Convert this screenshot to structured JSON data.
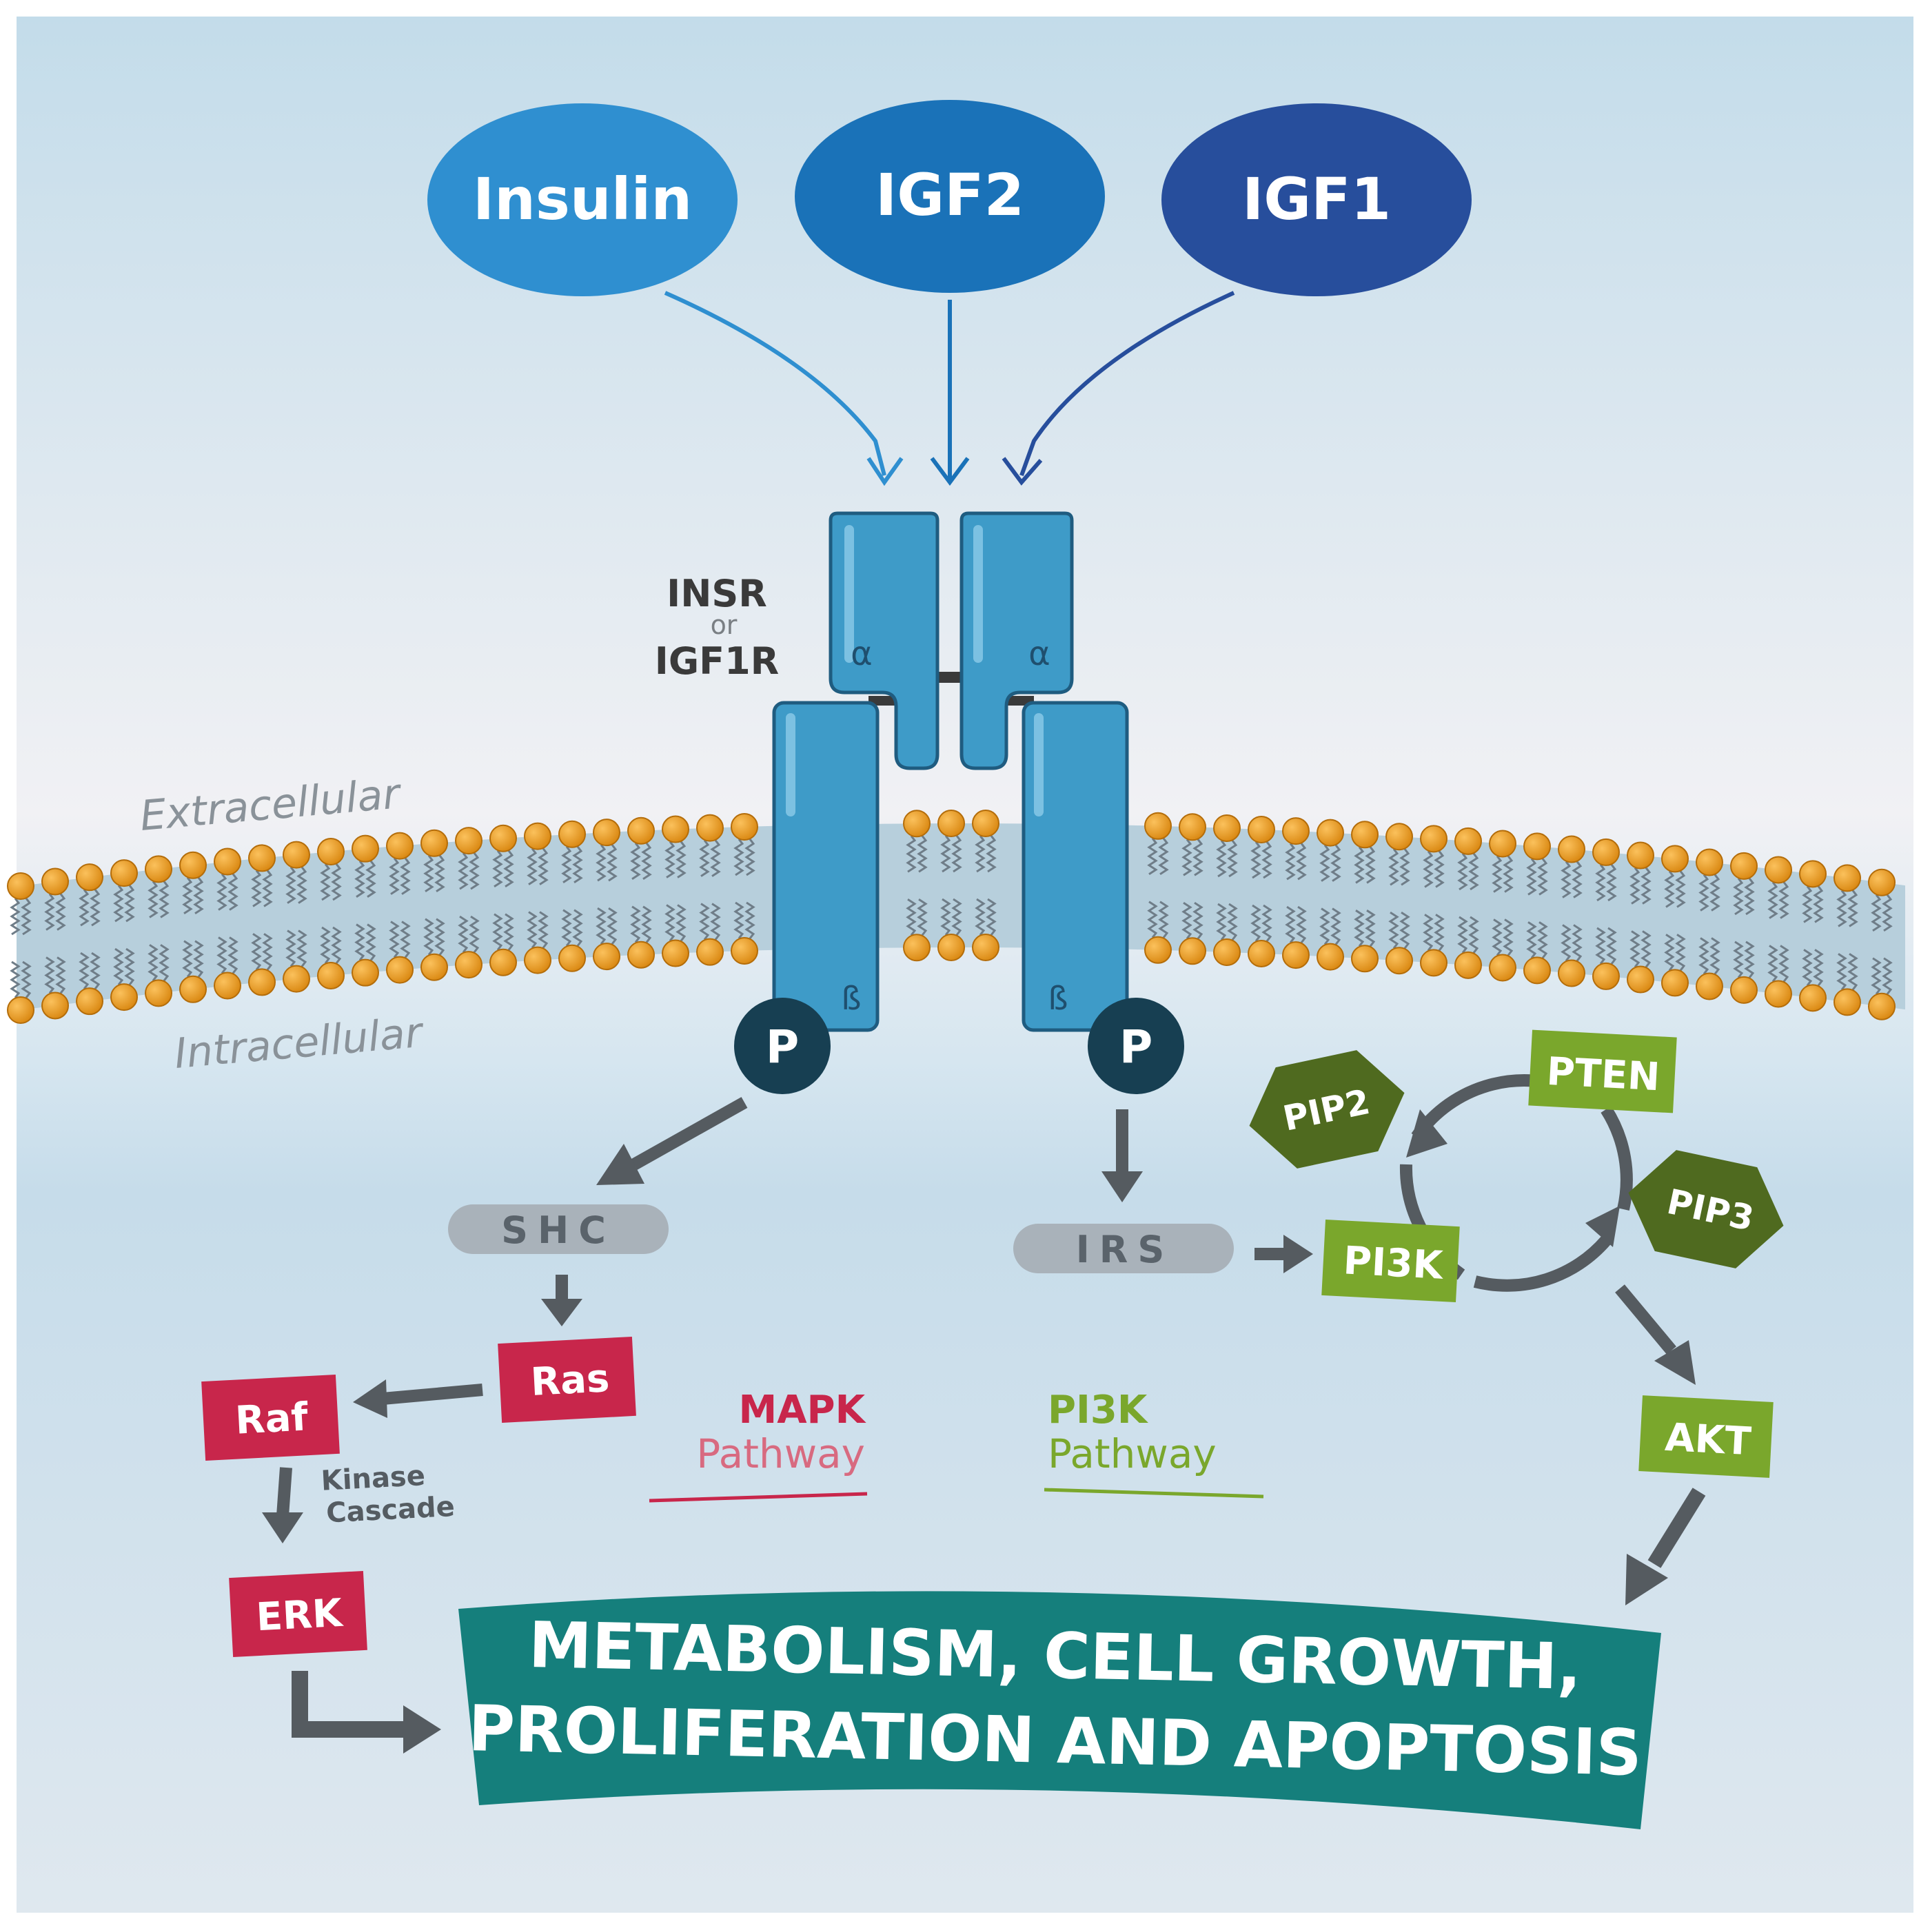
{
  "ligands": [
    {
      "label": "Insulin",
      "color": "#2f8fd0"
    },
    {
      "label": "IGF2",
      "color": "#1a72b8"
    },
    {
      "label": "IGF1",
      "color": "#274e9c"
    }
  ],
  "receptor": {
    "name_top": "INSR",
    "connector": "or",
    "name_bottom": "IGF1R",
    "alpha": "α",
    "beta": "ß",
    "phospho": "P",
    "color": "#3e9bc8"
  },
  "regions": {
    "extracellular": "Extracellular",
    "intracellular": "Intracellular"
  },
  "adapters": {
    "shc": "SHC",
    "irs": "IRS"
  },
  "mapk": {
    "ras": "Ras",
    "raf": "Raf",
    "erk": "ERK",
    "cascade_line1": "Kinase",
    "cascade_line2": "Cascade",
    "title": "MAPK",
    "subtitle": "Pathway",
    "color": "#c8264b"
  },
  "pi3k": {
    "pi3k": "PI3K",
    "pten": "PTEN",
    "pip2": "PIP2",
    "pip3": "PIP3",
    "akt": "AKT",
    "title": "PI3K",
    "subtitle": "Pathway",
    "color": "#7aa72c",
    "dark_color": "#4f6a1f"
  },
  "outcome": {
    "line1": "METABOLISM, CELL GROWTH,",
    "line2": "PROLIFERATION AND APOPTOSIS",
    "color": "#157f7c"
  }
}
